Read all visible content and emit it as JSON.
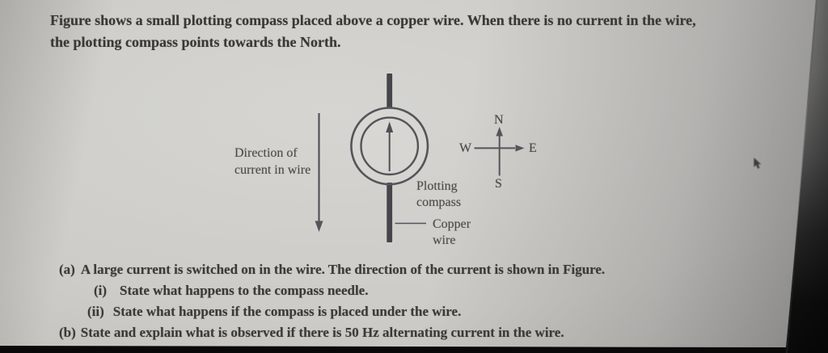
{
  "intro": {
    "lines": [
      "Figure shows a small plotting compass placed above a copper wire. When there is no current in the wire,",
      "the plotting compass points towards the North."
    ]
  },
  "figure": {
    "current_direction_label": {
      "lines": [
        "Direction of",
        "current in wire"
      ]
    },
    "plotting_compass_label": {
      "lines": [
        "Plotting",
        "compass"
      ]
    },
    "copper_wire_label": {
      "lines": [
        "Copper",
        "wire"
      ]
    },
    "compass_rose": {
      "north": "N",
      "east": "E",
      "south": "S",
      "west": "W"
    }
  },
  "questions": {
    "a": {
      "marker": "(a)",
      "text": "A large current is switched on in the wire. The direction of the current is shown in Figure."
    },
    "a_i": {
      "marker": "(i)",
      "text": "State what happens to the compass needle."
    },
    "a_ii": {
      "marker": "(ii)",
      "text": "State what happens if the compass is placed under the wire."
    },
    "b": {
      "marker": "(b)",
      "text": "State and explain what is observed if there is 50 Hz alternating current in the wire."
    }
  },
  "colors": {
    "page_background": "#cccbc7",
    "ink": "#3b3a36",
    "diagram_stroke": "#54545a",
    "wire_fill": "#45454b",
    "backdrop_dark": "#0e0e0e"
  }
}
